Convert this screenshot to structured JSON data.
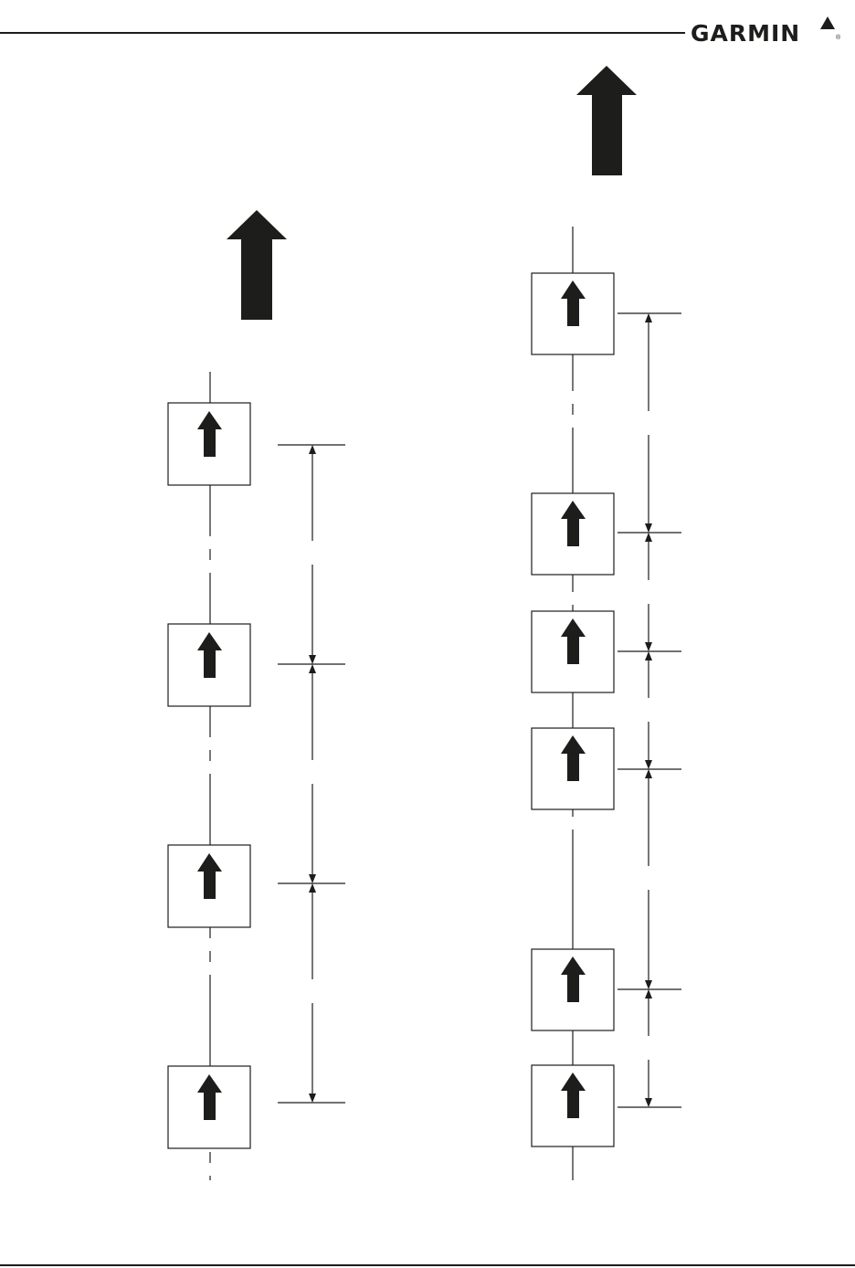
{
  "header": {
    "brand_name": "GARMIN",
    "registered_mark": "®",
    "brand_color": "#1d1d1b"
  },
  "figure": {
    "left_column": {
      "direction_arrow": "up-arrow-icon",
      "antenna_count": 4,
      "dimension_segments": 3
    },
    "right_column": {
      "direction_arrow": "up-arrow-icon",
      "antenna_count": 6,
      "dimension_segments": 5
    },
    "line_color": "#1d1d1b"
  }
}
